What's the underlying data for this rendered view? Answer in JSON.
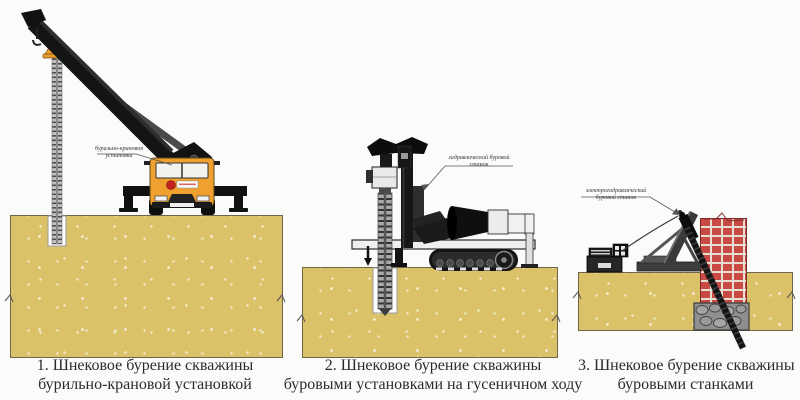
{
  "figure": {
    "panels": [
      {
        "illustration": "truck-mounted-crane-drilling-rig",
        "caption": [
          "1. Шнековое бурение скважины",
          "бурильно-крановой установкой"
        ],
        "callout": [
          "бурильно-крановая",
          "установка"
        ]
      },
      {
        "illustration": "crawler-mounted-hydraulic-drilling-rig",
        "caption": [
          "2. Шнековое бурение скважины",
          "буровыми установками на гусеничном ходу"
        ],
        "callout": [
          "гидравлический буровой",
          "станок"
        ]
      },
      {
        "illustration": "electro-hydraulic-drilling-machine",
        "caption": [
          "3. Шнековое бурение скважины",
          "буровыми станками"
        ],
        "callout": [
          "электрогидравлический",
          "буровой станок"
        ]
      }
    ],
    "colors": {
      "background": "#fbfbfa",
      "sand": "#dbc168",
      "sand_speckle": "#f6efda",
      "brick": "#c94945",
      "mortar": "#e7ded2",
      "foundation": "#8f8f8f",
      "machine_dark": "#141414",
      "truck_orange": "#efa02e",
      "logo_red": "#c4201f",
      "caption_text": "#2b2b2b"
    }
  }
}
